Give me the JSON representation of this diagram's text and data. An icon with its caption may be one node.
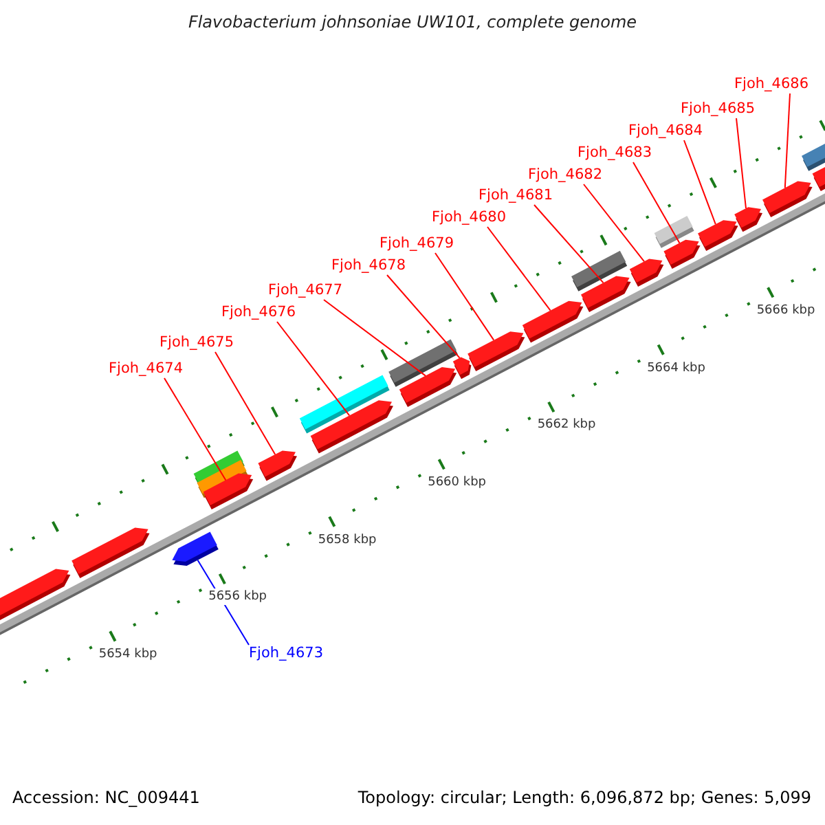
{
  "diagram": {
    "title": "Flavobacterium johnsoniae UW101, complete genome",
    "nodes": [
      {
        "text": [
          "Fjoh_4674"
        ]
      },
      {
        "text": [
          "Fjoh_4675"
        ]
      },
      {
        "text": [
          "Fjoh_4676"
        ]
      },
      {
        "text": [
          "Fjoh_4677"
        ]
      },
      {
        "text": [
          "Fjoh_4678"
        ]
      },
      {
        "text": [
          "Fjoh_4679"
        ]
      },
      {
        "text": [
          "Fjoh_4680"
        ]
      },
      {
        "text": [
          "Fjoh_4681"
        ]
      },
      {
        "text": [
          "Fjoh_4682"
        ]
      },
      {
        "text": [
          "Fjoh_4683"
        ]
      },
      {
        "text": [
          "Fjoh_4684"
        ]
      },
      {
        "text": [
          "Fjoh_4685"
        ]
      },
      {
        "text": [
          "Fjoh_4686"
        ]
      },
      {
        "text": [
          "Fjoh_4673"
        ]
      },
      {
        "text": [],
        "shape": "box"
      },
      {
        "text": [],
        "shape": "box"
      },
      {
        "text": [],
        "shape": "box"
      },
      {
        "text": [],
        "shape": "box"
      },
      {
        "text": [],
        "shape": "box"
      },
      {
        "text": [],
        "shape": "box"
      },
      {
        "text": [],
        "shape": "box"
      },
      {
        "text": [],
        "shape": "box"
      },
      {
        "text": [],
        "shape": "box"
      },
      {
        "text": [],
        "shape": "box"
      },
      {
        "text": [],
        "shape": "box"
      },
      {
        "text": [],
        "shape": "box"
      },
      {
        "text": [],
        "shape": "box"
      },
      {
        "text": [],
        "shape": "box"
      },
      {
        "text": [],
        "shape": "box"
      },
      {
        "text": [],
        "shape": "box"
      },
      {
        "text": [],
        "shape": "box"
      }
    ],
    "edges": [
      {
        "from": 0,
        "to": 17,
        "arrow": "none"
      },
      {
        "from": 1,
        "to": 18,
        "arrow": "none"
      },
      {
        "from": 2,
        "to": 19,
        "arrow": "none"
      },
      {
        "from": 3,
        "to": 20,
        "arrow": "none"
      },
      {
        "from": 4,
        "to": 21,
        "arrow": "none"
      },
      {
        "from": 5,
        "to": 22,
        "arrow": "none"
      },
      {
        "from": 6,
        "to": 23,
        "arrow": "none"
      },
      {
        "from": 7,
        "to": 24,
        "arrow": "none"
      },
      {
        "from": 8,
        "to": 25,
        "arrow": "none"
      },
      {
        "from": 9,
        "to": 26,
        "arrow": "none"
      },
      {
        "from": 10,
        "to": 27,
        "arrow": "none"
      },
      {
        "from": 11,
        "to": 28,
        "arrow": "none"
      },
      {
        "from": 12,
        "to": 29,
        "arrow": "none"
      },
      {
        "from": 13,
        "to": 16,
        "arrow": "none",
        "color": "#0000ff"
      }
    ],
    "labels": [
      "5654 kbp",
      "5656 kbp",
      "5658 kbp",
      "5660 kbp",
      "5662 kbp",
      "5664 kbp",
      "5666 kbp",
      "Accession: NC_009441",
      "Topology: circular; Length: 6,096,872 bp; Genes: 5,099"
    ]
  }
}
